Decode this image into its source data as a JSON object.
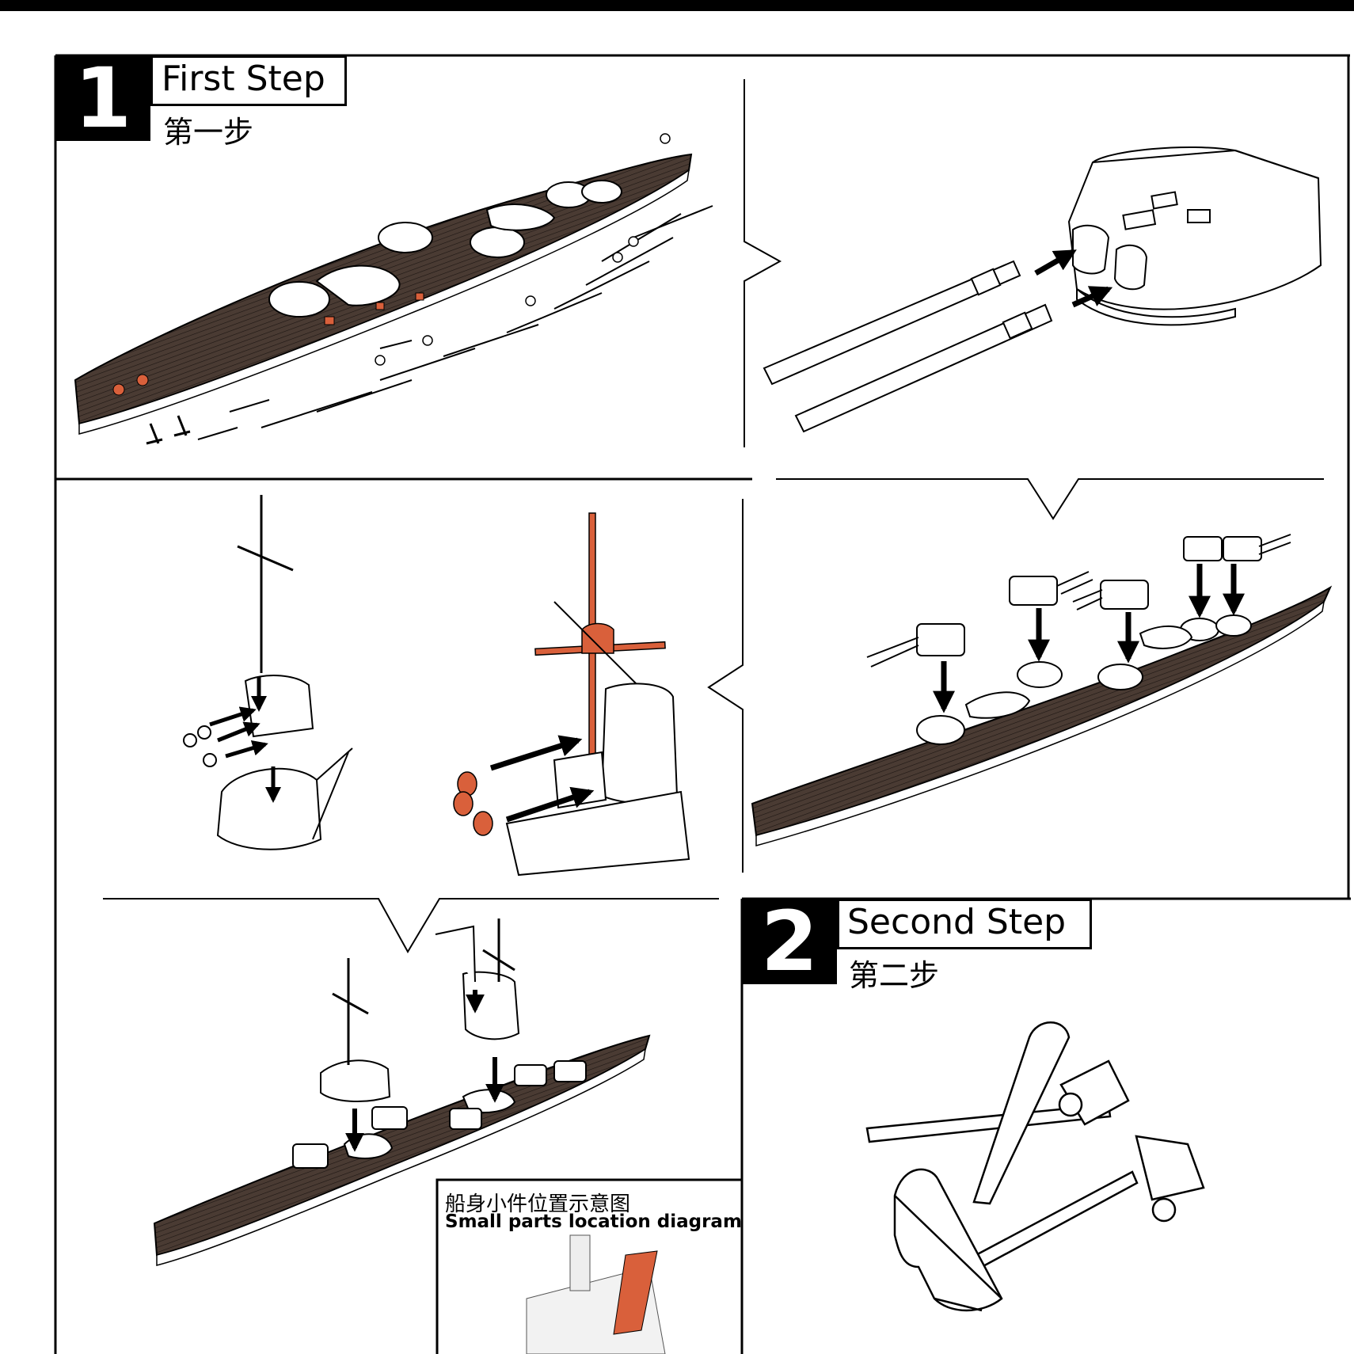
{
  "steps": [
    {
      "number": "1",
      "title": "First Step",
      "subtitle": "第一步"
    },
    {
      "number": "2",
      "title": "Second Step",
      "subtitle": "第二步"
    }
  ],
  "inset": {
    "title_cn": "船身小件位置示意图",
    "title_en": "Small parts location diagram"
  },
  "colors": {
    "ink": "#000000",
    "paper": "#ffffff",
    "highlight_part": "#d9603b",
    "deck": "#3a2f2a"
  }
}
